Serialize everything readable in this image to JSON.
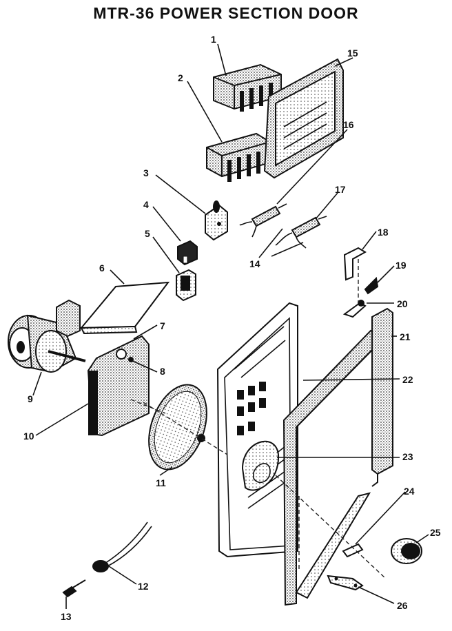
{
  "title": "MTR-36 POWER SECTION DOOR",
  "callouts": [
    "1",
    "2",
    "3",
    "4",
    "5",
    "6",
    "7",
    "8",
    "9",
    "10",
    "11",
    "12",
    "13",
    "14",
    "15",
    "16",
    "17",
    "18",
    "19",
    "20",
    "21",
    "22",
    "23",
    "24",
    "25",
    "26"
  ]
}
